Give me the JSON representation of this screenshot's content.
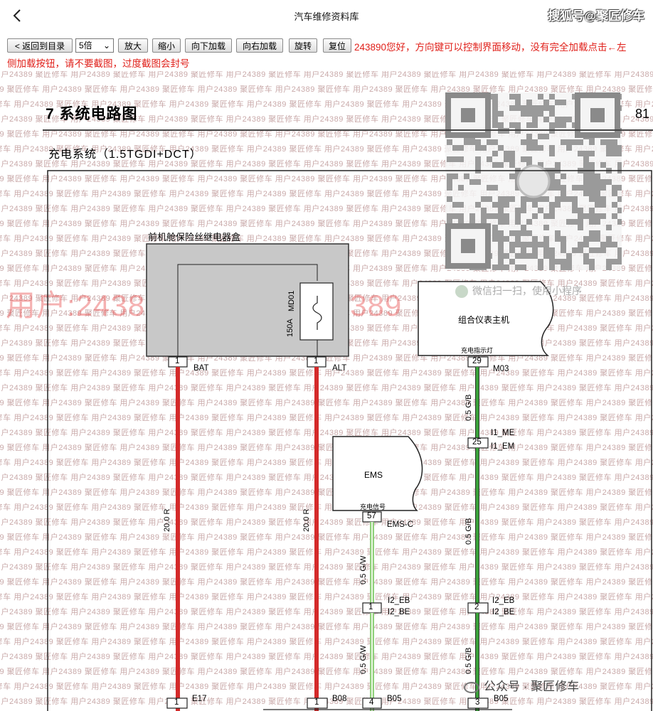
{
  "header": {
    "app_title": "汽车维修资料库",
    "brand": "搜狐号@聚匠修车"
  },
  "toolbar": {
    "back_catalog": "< 返回到目录",
    "zoom_select": "5倍",
    "zoom_in": "放大",
    "zoom_out": "缩小",
    "load_down": "向下加载",
    "load_right": "向右加载",
    "rotate": "旋转",
    "reset": "复位"
  },
  "notice": "243890您好，方向键可以控制界面移动，没有完全加载点击←左侧加载按钮，请不要截图，过度截图会封号",
  "watermark": {
    "repeat": "用户24389 聚匠修车 用户24389 聚匠修车 用户24389 聚匠修车 用户24389 聚匠修车 用户24389 聚匠修车 用户24389 聚匠修车",
    "big": "用户:24389沙丁鱼科技24389",
    "wechat": "微信扫一扫，使用小程序"
  },
  "doc": {
    "section_title": "7  系统电路图",
    "page_number": "81",
    "subtitle": "充电系统（1.5TGDI+DCT）"
  },
  "diagram": {
    "fuse_box": "前机舱保险丝继电器盒",
    "fuse_rating": "150A",
    "fuse_name": "MD01",
    "bat_pin": "1",
    "bat_label": "BAT",
    "alt_pin": "1",
    "alt_label": "ALT",
    "wire_bat": "20.0 R",
    "wire_alt": "20.0 R",
    "cluster": "组合仪表主机",
    "cluster_pin_caption": "充电指示灯",
    "cluster_pin": "29",
    "cluster_conn": "M03",
    "wire_gb_1": "0.5 G/B",
    "i1_pin": "25",
    "i1_me": "I1_ME",
    "i1_em": "I1_EM",
    "wire_gb_2": "0.5 G/B",
    "ems": "EMS",
    "ems_pin_caption": "充电信号",
    "ems_pin": "57",
    "ems_conn": "EMS-C",
    "wire_gw_1": "0.5 G/W",
    "i2_left_pin": "1",
    "i2_left_eb": "I2_EB",
    "i2_left_be": "I2_BE",
    "i2_right_pin": "2",
    "i2_right_eb": "I2_EB",
    "i2_right_be": "I2_BE",
    "wire_gw_2": "0.5 G/W",
    "wire_gb_3": "0.5 G/B",
    "bottom_pin_1": "1",
    "bottom_conn_1": "E17",
    "bottom_pin_2": "1",
    "bottom_conn_2": "B08",
    "bottom_pin_3": "4",
    "bottom_conn_3": "B05",
    "bottom_pin_4": "3",
    "bottom_conn_4": "B05"
  },
  "footer": "公众号 · 聚匠修车",
  "colors": {
    "power_wire": "#d42a2a",
    "green_black_wire": "#3aa23a",
    "green_white_wire": "#8fd07a",
    "notice_red": "#e0201a"
  }
}
